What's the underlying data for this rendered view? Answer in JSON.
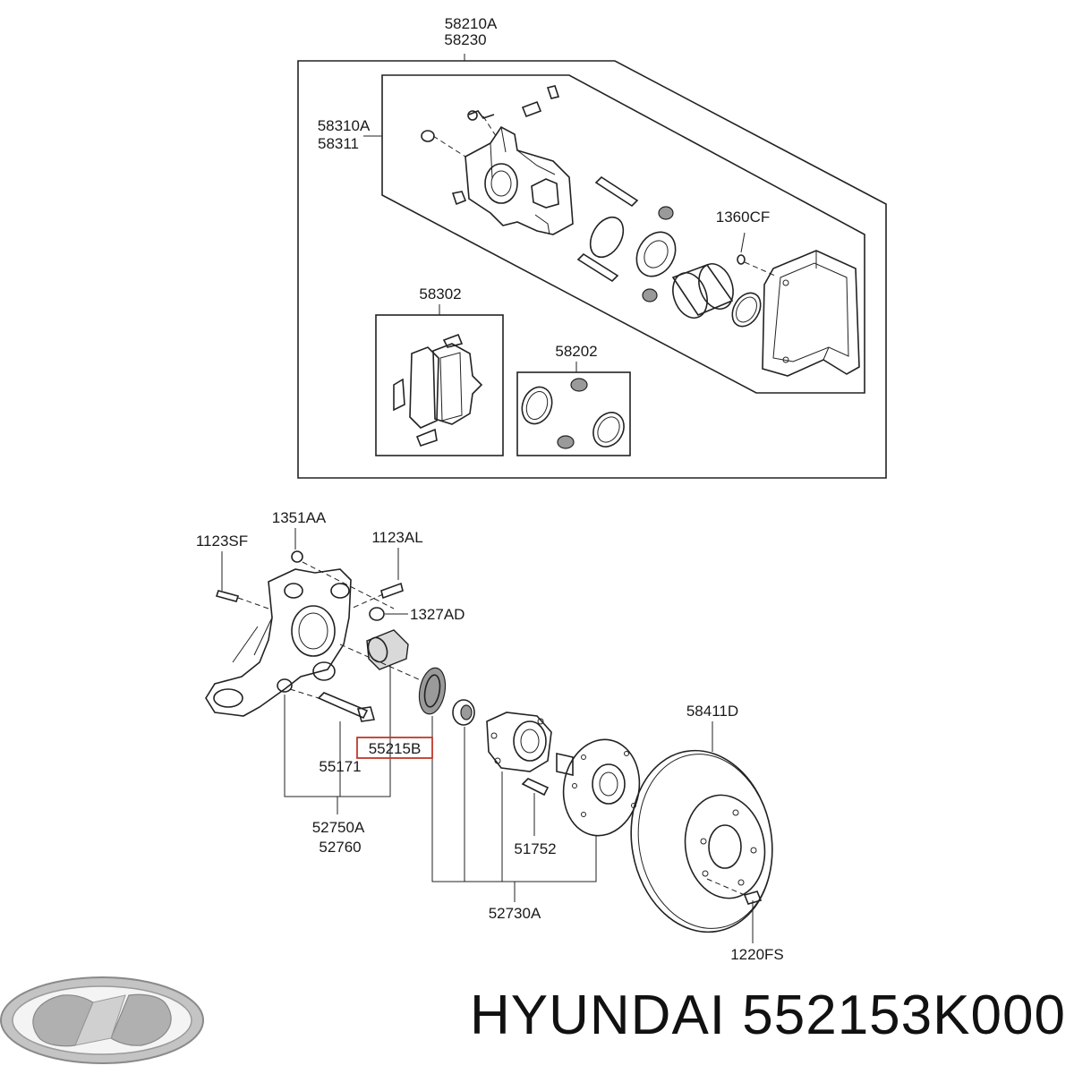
{
  "labels": {
    "l_58210A": "58210A",
    "l_58230": "58230",
    "l_58310A": "58310A",
    "l_58311": "58311",
    "l_1360CF": "1360CF",
    "l_58302": "58302",
    "l_58202": "58202",
    "l_1351AA": "1351AA",
    "l_1123SF": "1123SF",
    "l_1123AL": "1123AL",
    "l_1327AD": "1327AD",
    "l_55215B": "55215B",
    "l_55171": "55171",
    "l_52750A": "52750A",
    "l_52760": "52760",
    "l_58411D": "58411D",
    "l_51752": "51752",
    "l_52730A": "52730A",
    "l_1220FS": "1220FS"
  },
  "brand": {
    "text": "HYUNDAI 552153K000"
  },
  "colors": {
    "highlight": "#c0392b",
    "ink": "#222222",
    "logo": "#b8b8b8"
  }
}
